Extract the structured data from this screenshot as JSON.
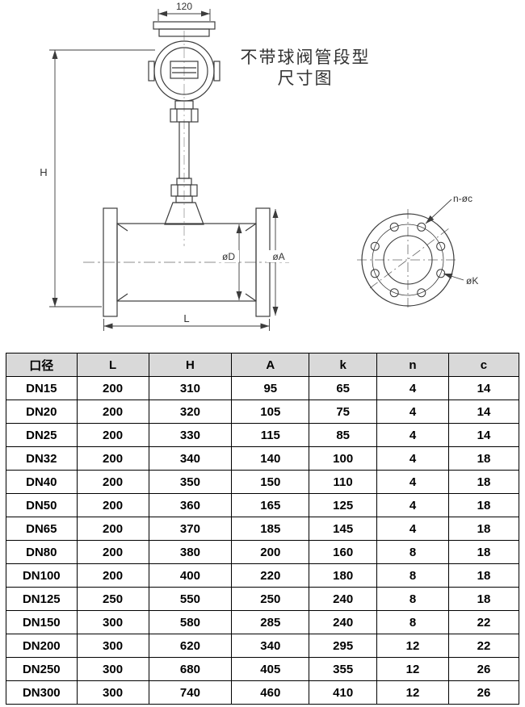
{
  "diagram": {
    "title_line1": "不带球阀管段型",
    "title_line2": "尺寸图",
    "dims": {
      "top_width": "120",
      "height": "H",
      "length": "L",
      "pipe_diameter": "øD",
      "flange_diameter": "øA",
      "bolt_holes": "n-øc",
      "bolt_circle": "øK"
    },
    "line_color": "#3c3c3c"
  },
  "table": {
    "headers": [
      "口径",
      "L",
      "H",
      "A",
      "k",
      "n",
      "c"
    ],
    "header_bg": "#d9d9d9",
    "rows": [
      [
        "DN15",
        "200",
        "310",
        "95",
        "65",
        "4",
        "14"
      ],
      [
        "DN20",
        "200",
        "320",
        "105",
        "75",
        "4",
        "14"
      ],
      [
        "DN25",
        "200",
        "330",
        "115",
        "85",
        "4",
        "14"
      ],
      [
        "DN32",
        "200",
        "340",
        "140",
        "100",
        "4",
        "18"
      ],
      [
        "DN40",
        "200",
        "350",
        "150",
        "110",
        "4",
        "18"
      ],
      [
        "DN50",
        "200",
        "360",
        "165",
        "125",
        "4",
        "18"
      ],
      [
        "DN65",
        "200",
        "370",
        "185",
        "145",
        "4",
        "18"
      ],
      [
        "DN80",
        "200",
        "380",
        "200",
        "160",
        "8",
        "18"
      ],
      [
        "DN100",
        "200",
        "400",
        "220",
        "180",
        "8",
        "18"
      ],
      [
        "DN125",
        "250",
        "550",
        "250",
        "240",
        "8",
        "18"
      ],
      [
        "DN150",
        "300",
        "580",
        "285",
        "240",
        "8",
        "22"
      ],
      [
        "DN200",
        "300",
        "620",
        "340",
        "295",
        "12",
        "22"
      ],
      [
        "DN250",
        "300",
        "680",
        "405",
        "355",
        "12",
        "26"
      ],
      [
        "DN300",
        "300",
        "740",
        "460",
        "410",
        "12",
        "26"
      ]
    ]
  }
}
